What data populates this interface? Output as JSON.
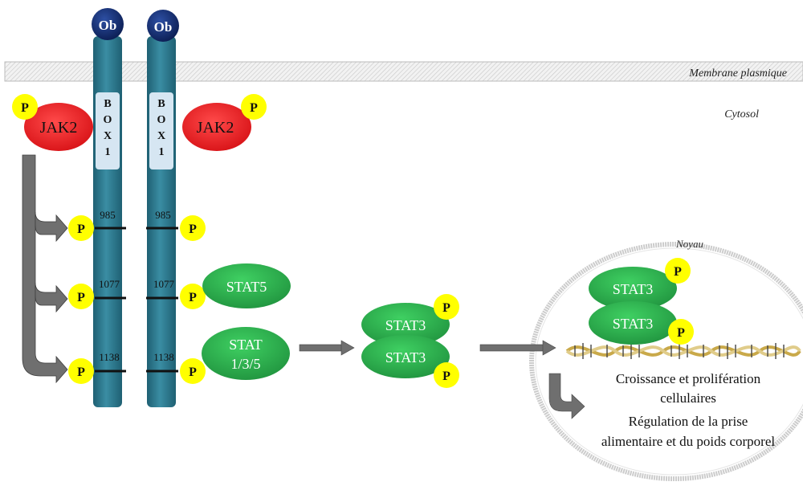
{
  "membrane": {
    "label": "Membrane plasmique"
  },
  "cytosol": {
    "label": "Cytosol"
  },
  "nucleus": {
    "label": "Noyau"
  },
  "receptor": {
    "ligand_label": "Ob",
    "box_letters": [
      "B",
      "O",
      "X",
      "1"
    ],
    "residues": [
      "985",
      "1077",
      "1138"
    ]
  },
  "jak": {
    "label": "JAK2"
  },
  "phospho": {
    "label": "P"
  },
  "stat5": {
    "label": "STAT5"
  },
  "stat135": {
    "line1": "STAT",
    "line2": "1/3/5"
  },
  "stat3": {
    "label": "STAT3"
  },
  "effects": [
    "Croissance et prolifération",
    "cellulaires",
    "Régulation de la prise",
    "alimentaire et du poids corporel"
  ],
  "colors": {
    "receptor": "#2e7d93",
    "ligand": "#12296b",
    "jak": "#e8141a",
    "stat": "#2aa64a",
    "phospho": "#ffff00",
    "arrow": "#555555",
    "box": "#d6e6f2"
  }
}
